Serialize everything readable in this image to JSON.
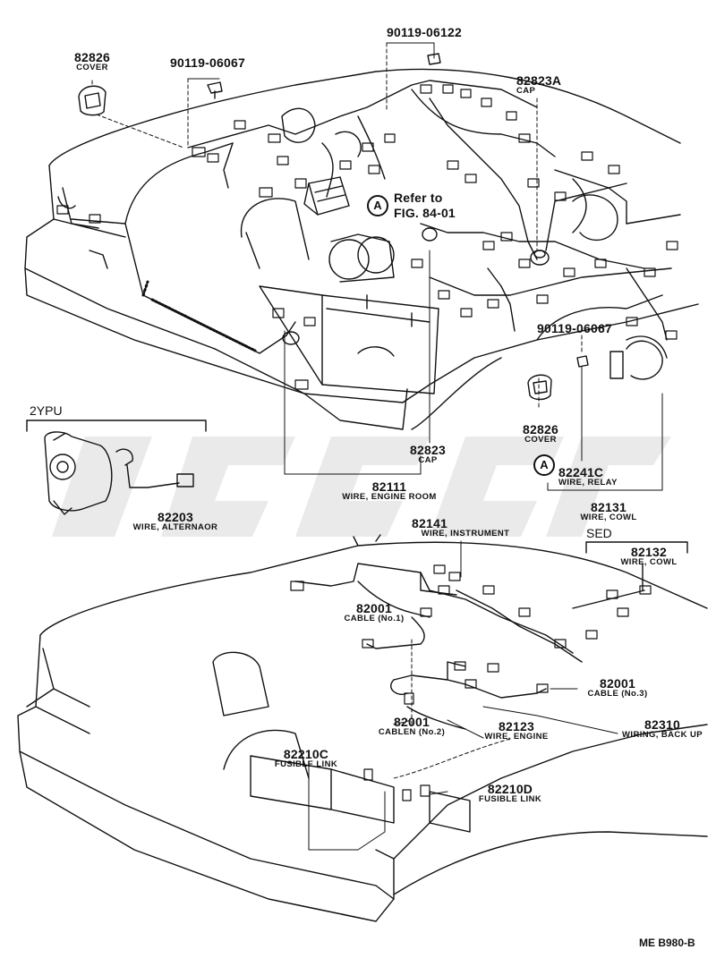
{
  "labels": {
    "p82826_top": {
      "num": "82826",
      "desc": "COVER"
    },
    "p90119_06067_top": {
      "num": "90119-06067"
    },
    "p90119_06122": {
      "num": "90119-06122"
    },
    "p82823A": {
      "num": "82823A",
      "desc": "CAP"
    },
    "refer": {
      "marker": "A",
      "line1": "Refer to",
      "line2": "FIG. 84-01"
    },
    "p90119_06067_right": {
      "num": "90119-06067"
    },
    "p82826_right": {
      "num": "82826",
      "desc": "COVER"
    },
    "p82823": {
      "num": "82823",
      "desc": "CAP"
    },
    "p82241C": {
      "marker": "A",
      "num": "82241C",
      "desc": "WIRE, RELAY"
    },
    "p82111": {
      "num": "82111",
      "desc": "WIRE, ENGINE ROOM"
    },
    "p82131": {
      "num": "82131",
      "desc": "WIRE, COWL"
    },
    "v2ypu": {
      "tag": "2YPU"
    },
    "p82203": {
      "num": "82203",
      "desc": "WIRE, ALTERNAOR"
    },
    "p82141": {
      "num": "82141",
      "desc": "WIRE, INSTRUMENT"
    },
    "sed": {
      "tag": "SED"
    },
    "p82132": {
      "num": "82132",
      "desc": "WIRE, COWL"
    },
    "p82001_no1": {
      "num": "82001",
      "desc": "CABLE (No.1)"
    },
    "p82001_no3": {
      "num": "82001",
      "desc": "CABLE (No.3)"
    },
    "p82001_no2": {
      "num": "82001",
      "desc": "CABLEN (No.2)"
    },
    "p82123": {
      "num": "82123",
      "desc": "WIRE, ENGINE"
    },
    "p82310": {
      "num": "82310",
      "desc": "WIRING, BACK UP"
    },
    "p82210C": {
      "num": "82210C",
      "desc": "FUSIBLE LINK"
    },
    "p82210D": {
      "num": "82210D",
      "desc": "FUSIBLE LINK"
    },
    "code": {
      "text": "ME B980-B"
    }
  }
}
